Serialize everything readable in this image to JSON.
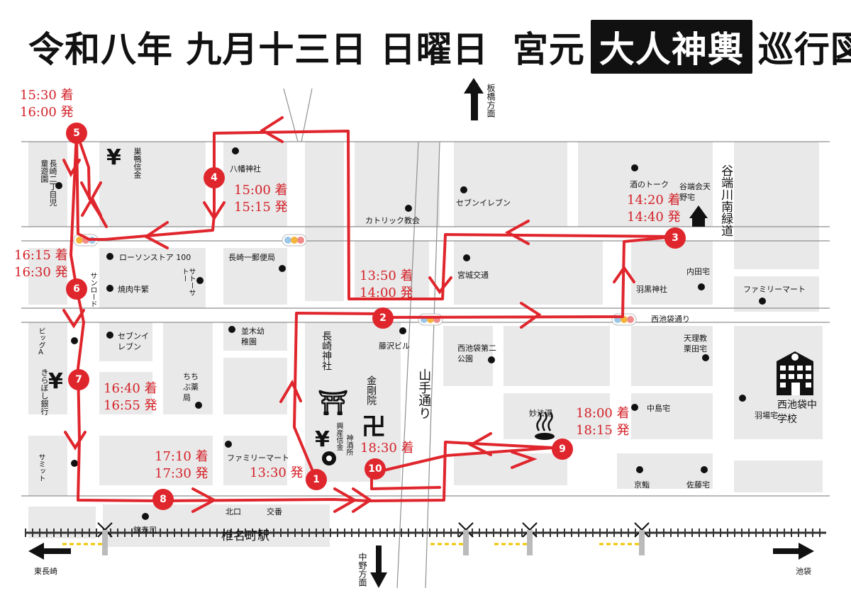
{
  "title": {
    "date": "令和八年 九月十三日 日曜日",
    "prefix": "宮元",
    "highlight": "大人神輿",
    "suffix": "巡行図"
  },
  "directions": {
    "north": "板橋方面",
    "south": "中野方面",
    "west": "東長崎",
    "east": "池袋"
  },
  "stops": [
    {
      "num": "1",
      "time": "13:30 発"
    },
    {
      "num": "2",
      "time": "13:50 着\n14:00 発"
    },
    {
      "num": "3",
      "time": "14:20 着\n14:40 発"
    },
    {
      "num": "4",
      "time": "15:00 着\n15:15 発"
    },
    {
      "num": "5",
      "time": "15:30 着\n16:00 発"
    },
    {
      "num": "6",
      "time": "16:15 着\n16:30 発"
    },
    {
      "num": "7",
      "time": "16:40 着\n16:55 発"
    },
    {
      "num": "8",
      "time": "17:10 着\n17:30 発"
    },
    {
      "num": "9",
      "time": "18:00 着\n18:15 発"
    },
    {
      "num": "10",
      "time": "18:30 着"
    }
  ],
  "landmarks": {
    "hachiman": "八幡神社",
    "sugamo_shinkin": "巣鴨信金",
    "nagasaki_park": "長崎二丁目児童遊園",
    "catholic": "カトリック教会",
    "seven_north": "セブンイレブン",
    "sakenotoku": "酒のトーク",
    "amano": "谷端会天野宅",
    "yabata_road": "谷端川南緑道",
    "lawson": "ローソンストア 100",
    "post": "長崎一郵便局",
    "miyagi": "宮城交通",
    "uchida": "内田宅",
    "haguro": "羽黒神社",
    "family_east": "ファミリーマート",
    "yakiniku": "焼肉牛繁",
    "sato": "サトーサトー",
    "sunroad": "サンロード",
    "nishiikebukuro_st": "西池袋通り",
    "bigA": "ビッグA",
    "seven_south": "セブンイレブン",
    "namiki": "並木幼稚園",
    "fujisawa": "藤沢ビル",
    "park2": "西池袋第二公園",
    "tenri": "天理教栗田宅",
    "kiraboshi": "きらぼし銀行",
    "chichibu": "ちちぶ薬局",
    "nagasaki_shrine": "長崎神社",
    "kongoin": "金剛院",
    "yamate": "山手通り",
    "myohoyu": "妙法湯",
    "nakajima": "中島宅",
    "haba": "羽場宅",
    "school": "西池袋中学校",
    "kosan": "興産信金",
    "shinshuso": "神酒所",
    "family_south": "ファミリーマート",
    "summit": "サミット",
    "kyozushi": "京鮨",
    "sato_house": "佐藤宅",
    "kitaguchi": "北口",
    "koban": "交番",
    "nishikizushi": "錦寿司",
    "station": "椎名町駅"
  },
  "colors": {
    "route": "#e0262d",
    "time_text": "#d42128",
    "block": "#e9e9e9",
    "road": "#ffffff",
    "ink": "#111111",
    "signal_red": "#f08a8a",
    "signal_yellow": "#f5b53a",
    "signal_blue": "#9cc6e8"
  },
  "icons": [
    "bank-yen-icon",
    "shrine-torii-icon",
    "temple-manji-icon",
    "hot-spring-icon",
    "house-icon",
    "school-icon",
    "traffic-signal-icon",
    "railway-crossing-icon",
    "landmark-dot-icon",
    "direction-arrow-icon"
  ]
}
